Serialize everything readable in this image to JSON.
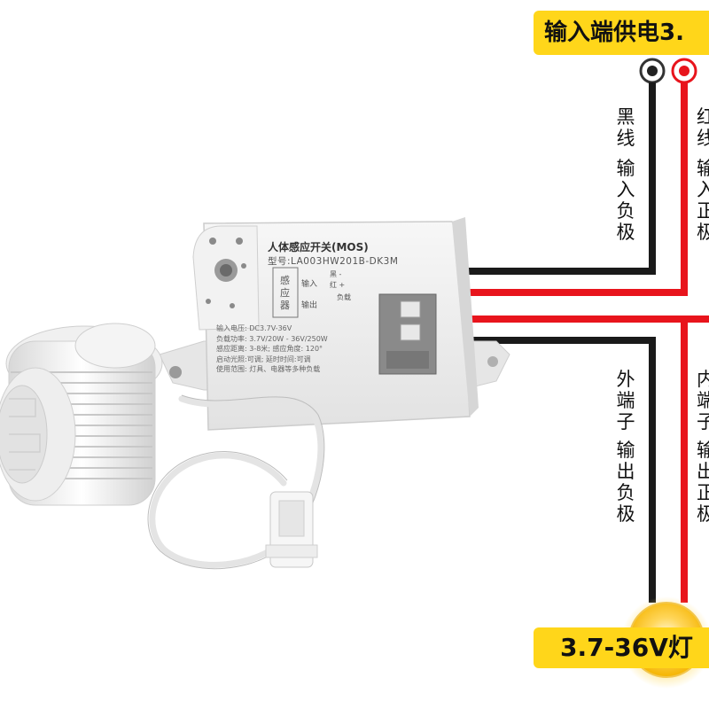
{
  "banner_top": "输入端供电3.",
  "banner_bottom": "3.7-36V灯",
  "wire_labels": {
    "black_upper": "黑线",
    "black_upper_desc": "输入负极",
    "red_upper": "红线",
    "red_upper_desc": "输入正极",
    "outer_terminal": "外端子",
    "outer_terminal_desc": "输出负极",
    "inner_terminal": "内端子",
    "inner_terminal_desc": "输出正极"
  },
  "switch": {
    "title": "人体感应开关(MOS)",
    "model": "型号:LA003HW201B-DK3M",
    "sensor_label": "感应器",
    "input_label": "输入",
    "output_label": "输出",
    "black_tag": "黑 -",
    "red_tag": "红 +",
    "load_tag": "负载",
    "specs": [
      "输入电压:  DC3.7V-36V",
      "负载功率:  3.7V/20W - 36V/250W",
      "感应距离:  3-8米;  感应角度:  120°",
      "启动光照:可调;  延时时间:可调",
      "使用范围:  灯具、电器等多种负载"
    ]
  },
  "colors": {
    "banner": "#ffd61a",
    "wire_black": "#1a1a1a",
    "wire_red": "#e8141c",
    "bulb": "#ffd040"
  }
}
